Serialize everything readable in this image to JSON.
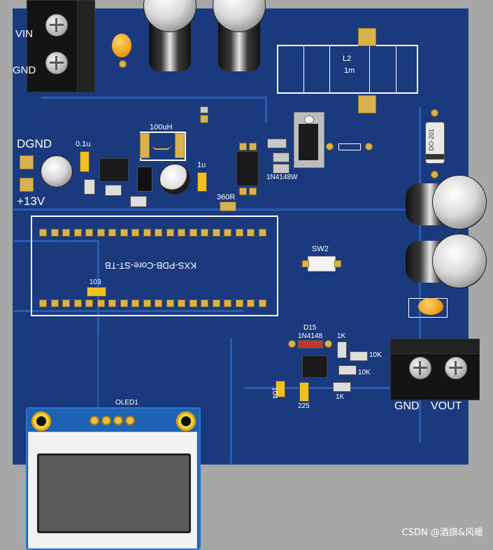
{
  "board": {
    "labels": {
      "vin": "VIN",
      "gnd_top": "GND",
      "dgnd": "DGND",
      "plus13v": "+13V",
      "l2": "L2",
      "l2_value": "1m",
      "inductor_100uh": "100uH",
      "cap_0_1u": "0.1u",
      "cap_1u": "1u",
      "diode_1n4148w": "1N4148W",
      "r_360r": "360R",
      "d_do201": "DO-201",
      "module_name": "KXS-PDB-Core-ST-TB",
      "sw2": "SW2",
      "c_103": "103",
      "d15": "D15",
      "d15_part": "1N4148",
      "r_1k_top": "1K",
      "r_10k_a": "10K",
      "r_10k_b": "10K",
      "r_1k_bottom": "1K",
      "c_104": "104",
      "c_225": "225",
      "gnd_bottom": "GND",
      "vout": "VOUT",
      "oled1": "OLED1"
    },
    "colors": {
      "pcb": "#1b3a7e",
      "silk": "#ffffff",
      "gold": "#d8b24d",
      "oled_board": "#1f63b5"
    }
  },
  "watermark": "CSDN @酒旗&风暖"
}
